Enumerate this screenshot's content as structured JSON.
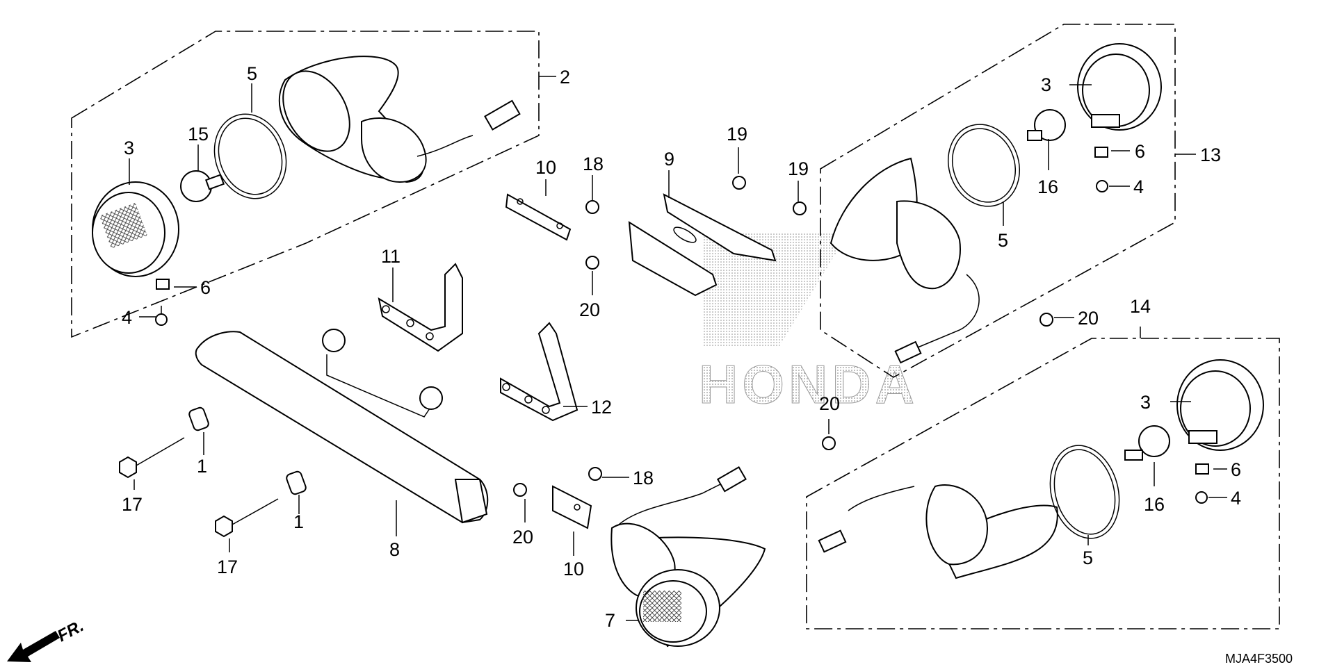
{
  "diagram": {
    "labels": [
      {
        "id": "l1a",
        "text": "1"
      },
      {
        "id": "l1b",
        "text": "1"
      },
      {
        "id": "l2",
        "text": "2"
      },
      {
        "id": "l3a",
        "text": "3"
      },
      {
        "id": "l3b",
        "text": "3"
      },
      {
        "id": "l3c",
        "text": "3"
      },
      {
        "id": "l4a",
        "text": "4"
      },
      {
        "id": "l4b",
        "text": "4"
      },
      {
        "id": "l4c",
        "text": "4"
      },
      {
        "id": "l5a",
        "text": "5"
      },
      {
        "id": "l5b",
        "text": "5"
      },
      {
        "id": "l5c",
        "text": "5"
      },
      {
        "id": "l6a",
        "text": "6"
      },
      {
        "id": "l6b",
        "text": "6"
      },
      {
        "id": "l6c",
        "text": "6"
      },
      {
        "id": "l7",
        "text": "7"
      },
      {
        "id": "l8",
        "text": "8"
      },
      {
        "id": "l9",
        "text": "9"
      },
      {
        "id": "l10a",
        "text": "10"
      },
      {
        "id": "l10b",
        "text": "10"
      },
      {
        "id": "l11",
        "text": "11"
      },
      {
        "id": "l12",
        "text": "12"
      },
      {
        "id": "l13",
        "text": "13"
      },
      {
        "id": "l14",
        "text": "14"
      },
      {
        "id": "l15",
        "text": "15"
      },
      {
        "id": "l16a",
        "text": "16"
      },
      {
        "id": "l16b",
        "text": "16"
      },
      {
        "id": "l17a",
        "text": "17"
      },
      {
        "id": "l17b",
        "text": "17"
      },
      {
        "id": "l18a",
        "text": "18"
      },
      {
        "id": "l18b",
        "text": "18"
      },
      {
        "id": "l19a",
        "text": "19"
      },
      {
        "id": "l19b",
        "text": "19"
      },
      {
        "id": "l20a",
        "text": "20"
      },
      {
        "id": "l20b",
        "text": "20"
      },
      {
        "id": "l20c",
        "text": "20"
      },
      {
        "id": "l20d",
        "text": "20"
      }
    ],
    "direction_label": "FR.",
    "diagram_code": "MJA4F3500",
    "watermark": "HONDA"
  }
}
